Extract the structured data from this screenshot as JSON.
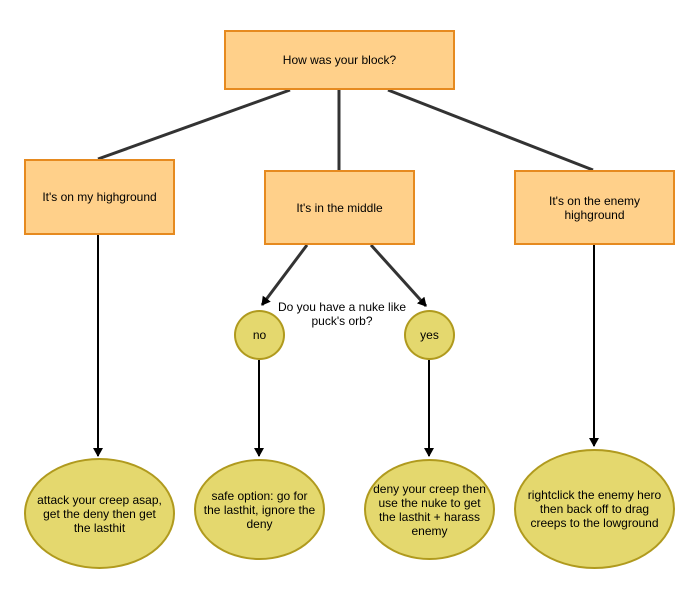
{
  "diagram": {
    "root": "How was your block?",
    "branches": {
      "highground": "It's on my highground",
      "middle": "It's in the middle",
      "enemy": "It's on the enemy highground"
    },
    "question": "Do you have a nuke like puck's orb?",
    "choices": {
      "no": "no",
      "yes": "yes"
    },
    "outcomes": {
      "highground": "attack your creep asap, get the deny then get the lasthit",
      "no": "safe option: go for the lasthit, ignore the deny",
      "yes": "deny your creep then use the nuke to get the lasthit + harass enemy",
      "enemy": "rightclick the enemy hero then back off to drag creeps to the lowground"
    },
    "colors": {
      "rect_fill": "#ffd08a",
      "rect_stroke": "#e68a1f",
      "ellipse_fill": "#e4d86e",
      "ellipse_stroke": "#b09a1e",
      "line": "#333333"
    }
  }
}
